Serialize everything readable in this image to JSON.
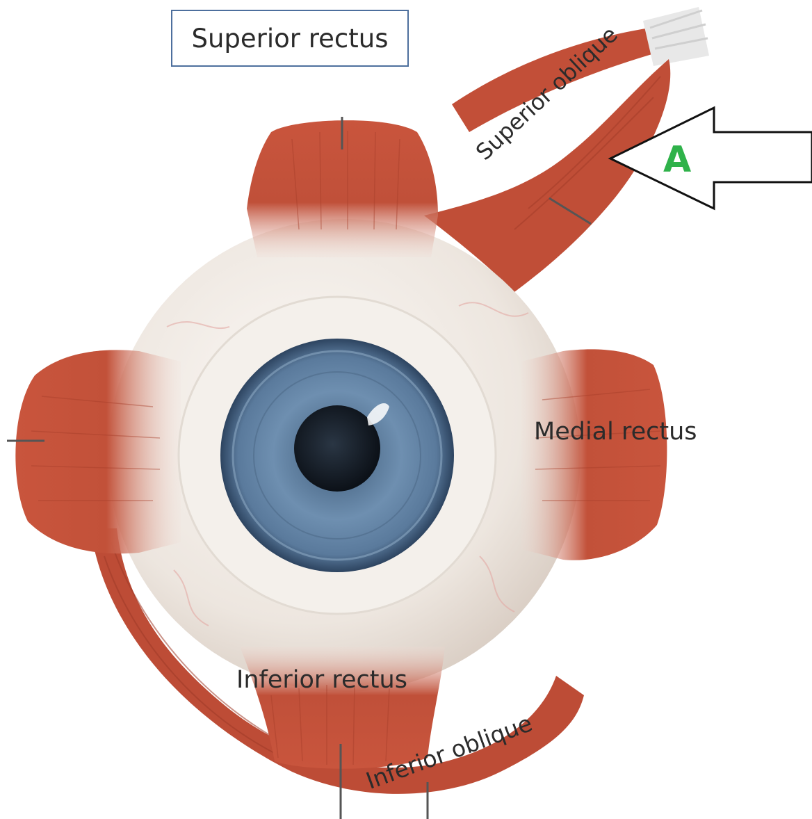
{
  "labels": {
    "superior_rectus": "Superior rectus",
    "superior_oblique": "Superior oblique",
    "medial_rectus": "Medial rectus",
    "inferior_rectus": "Inferior rectus",
    "inferior_oblique": "Inferior oblique"
  },
  "marker": {
    "letter": "A",
    "letter_color": "#2fb24a",
    "target": "Superior oblique"
  },
  "colors": {
    "muscle": "#c2503a",
    "muscle_dark": "#9e3a28",
    "sclera": "#efeae5",
    "iris": "#5d7d9e",
    "box_border": "#4d6f9d"
  }
}
